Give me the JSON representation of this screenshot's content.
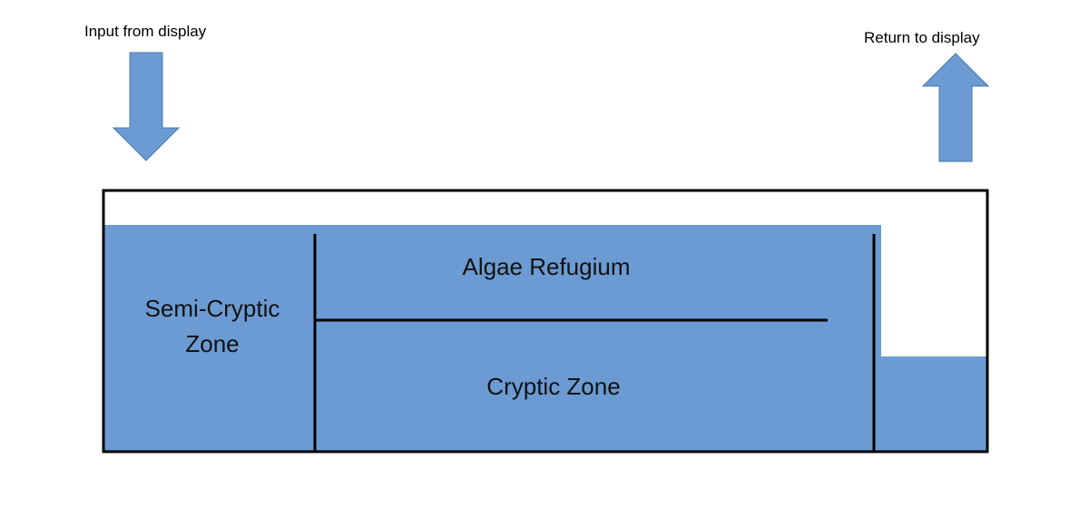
{
  "labels": {
    "input": "Input from display",
    "return": "Return to display"
  },
  "zones": {
    "semi_cryptic_line1": "Semi-Cryptic",
    "semi_cryptic_line2": "Zone",
    "algae_refugium": "Algae Refugium",
    "cryptic": "Cryptic Zone"
  },
  "colors": {
    "water": "#6b9bd2",
    "arrow": "#6b9bd2",
    "arrow_stroke": "#4a78ab",
    "outline": "#000000"
  },
  "icons": {
    "input_arrow": "arrow-down-icon",
    "return_arrow": "arrow-up-icon"
  }
}
